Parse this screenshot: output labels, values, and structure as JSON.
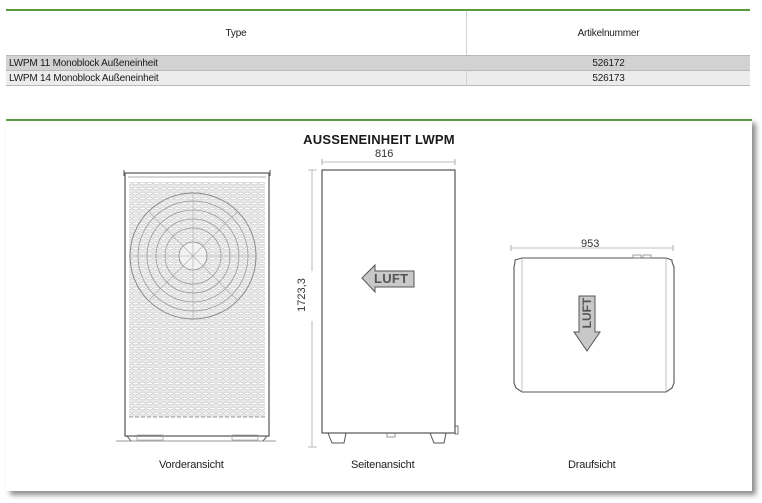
{
  "table": {
    "headers": [
      "Type",
      "Artikelnummer"
    ],
    "rows": [
      {
        "type": "LWPM 11 Monoblock Außeneinheit",
        "article": "526172"
      },
      {
        "type": "LWPM 14 Monoblock Außeneinheit",
        "article": "526173"
      }
    ]
  },
  "drawing": {
    "title": "AUSSENEINHEIT LWPM",
    "dimensions": {
      "width_side": "816",
      "height": "1723,3",
      "width_top": "953"
    },
    "arrow_label_side": "LUFT",
    "arrow_label_top": "LUFT",
    "views": {
      "front": "Vorderansicht",
      "side": "Seitenansicht",
      "top": "Draufsicht"
    }
  },
  "colors": {
    "accent_green": "#5b9a3e",
    "row_dark": "#d2d2d2",
    "row_light": "#ececec"
  }
}
